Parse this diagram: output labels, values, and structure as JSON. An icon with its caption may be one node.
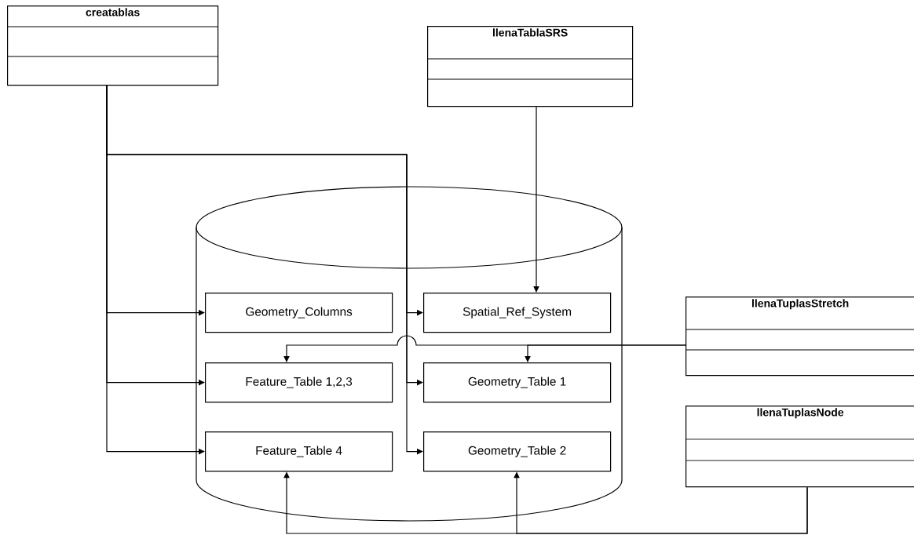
{
  "diagram": {
    "nodes": [
      {
        "text": [
          "creatablas"
        ]
      },
      {
        "text": [
          "llenaTablaSRS"
        ]
      },
      {
        "text": [],
        "shape": "cylinder"
      },
      {
        "text": [
          "Geometry_Columns"
        ],
        "in": 2
      },
      {
        "text": [
          "Spatial_Ref_System"
        ],
        "in": 2
      },
      {
        "text": [
          "Feature_Table 1,2,3"
        ],
        "in": 2
      },
      {
        "text": [
          "Geometry_Table 1"
        ],
        "in": 2
      },
      {
        "text": [
          "Feature_Table 4"
        ],
        "in": 2
      },
      {
        "text": [
          "Geometry_Table 2"
        ],
        "in": 2
      },
      {
        "text": [
          "llenaTuplasStretch"
        ]
      },
      {
        "text": [
          "llenaTuplasNode"
        ]
      }
    ],
    "edges": [
      {
        "from": 0,
        "to": 3,
        "arrow": "to"
      },
      {
        "from": 0,
        "to": 5,
        "arrow": "to"
      },
      {
        "from": 0,
        "to": 7,
        "arrow": "to"
      },
      {
        "from": 0,
        "to": 4,
        "arrow": "to"
      },
      {
        "from": 0,
        "to": 6,
        "arrow": "to"
      },
      {
        "from": 0,
        "to": 8,
        "arrow": "to"
      },
      {
        "from": 1,
        "to": 4,
        "arrow": "to"
      },
      {
        "from": 9,
        "to": 5,
        "arrow": "to"
      },
      {
        "from": 9,
        "to": 6,
        "arrow": "to"
      },
      {
        "from": 10,
        "to": 7,
        "arrow": "to"
      },
      {
        "from": 10,
        "to": 8,
        "arrow": "to"
      }
    ]
  }
}
